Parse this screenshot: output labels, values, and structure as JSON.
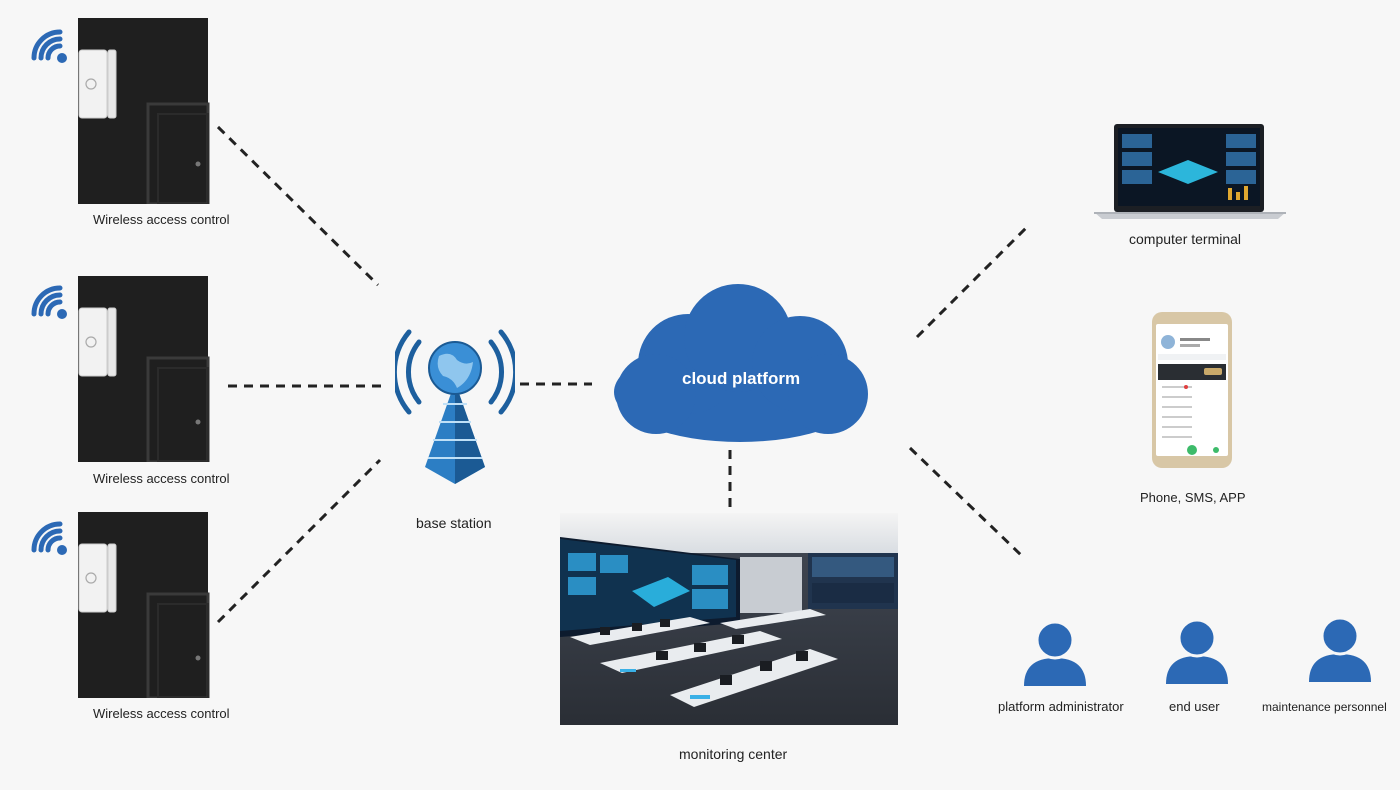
{
  "devices": [
    {
      "label": "Wireless access control"
    },
    {
      "label": "Wireless access control"
    },
    {
      "label": "Wireless access control"
    }
  ],
  "base_station": {
    "label": "base station"
  },
  "cloud": {
    "label": "cloud platform"
  },
  "monitoring": {
    "label": "monitoring center"
  },
  "terminals": {
    "computer": {
      "label": "computer terminal"
    },
    "phone": {
      "label": "Phone, SMS, APP"
    }
  },
  "users": [
    {
      "label": "platform administrator"
    },
    {
      "label": "end user"
    },
    {
      "label": "maintenance personnel"
    }
  ],
  "colors": {
    "accent": "#2c69b5",
    "door": "#1f1f1f",
    "sensor": "#f2f2f2",
    "connector": "#222222"
  }
}
